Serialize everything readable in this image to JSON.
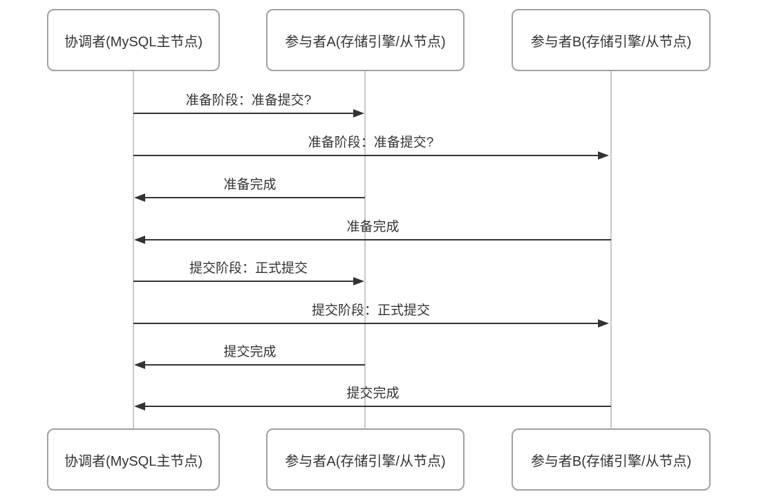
{
  "diagram": {
    "type": "sequence-diagram",
    "topic": "MySQL two-phase commit",
    "actors": [
      {
        "id": "coordinator",
        "label": "协调者(MySQL主节点)"
      },
      {
        "id": "participant-a",
        "label": "参与者A(存储引擎/从节点)"
      },
      {
        "id": "participant-b",
        "label": "参与者B(存储引擎/从节点)"
      }
    ],
    "messages": [
      {
        "from": "coordinator",
        "to": "participant-a",
        "label": "准备阶段：准备提交?",
        "arrow": "solid",
        "direction": "right"
      },
      {
        "from": "coordinator",
        "to": "participant-b",
        "label": "准备阶段：准备提交?",
        "arrow": "solid",
        "direction": "right"
      },
      {
        "from": "participant-a",
        "to": "coordinator",
        "label": "准备完成",
        "arrow": "solid",
        "direction": "left"
      },
      {
        "from": "participant-b",
        "to": "coordinator",
        "label": "准备完成",
        "arrow": "solid",
        "direction": "left"
      },
      {
        "from": "coordinator",
        "to": "participant-a",
        "label": "提交阶段：正式提交",
        "arrow": "solid",
        "direction": "right"
      },
      {
        "from": "coordinator",
        "to": "participant-b",
        "label": "提交阶段：正式提交",
        "arrow": "solid",
        "direction": "right"
      },
      {
        "from": "participant-a",
        "to": "coordinator",
        "label": "提交完成",
        "arrow": "solid",
        "direction": "left"
      },
      {
        "from": "participant-b",
        "to": "coordinator",
        "label": "提交完成",
        "arrow": "solid",
        "direction": "left"
      }
    ],
    "colors": {
      "background": "#ffffff",
      "box_border": "#a0a0a0",
      "box_fill": "#ffffff",
      "lifeline": "#c8c8c8",
      "arrow": "#333333",
      "text": "#333333"
    }
  }
}
